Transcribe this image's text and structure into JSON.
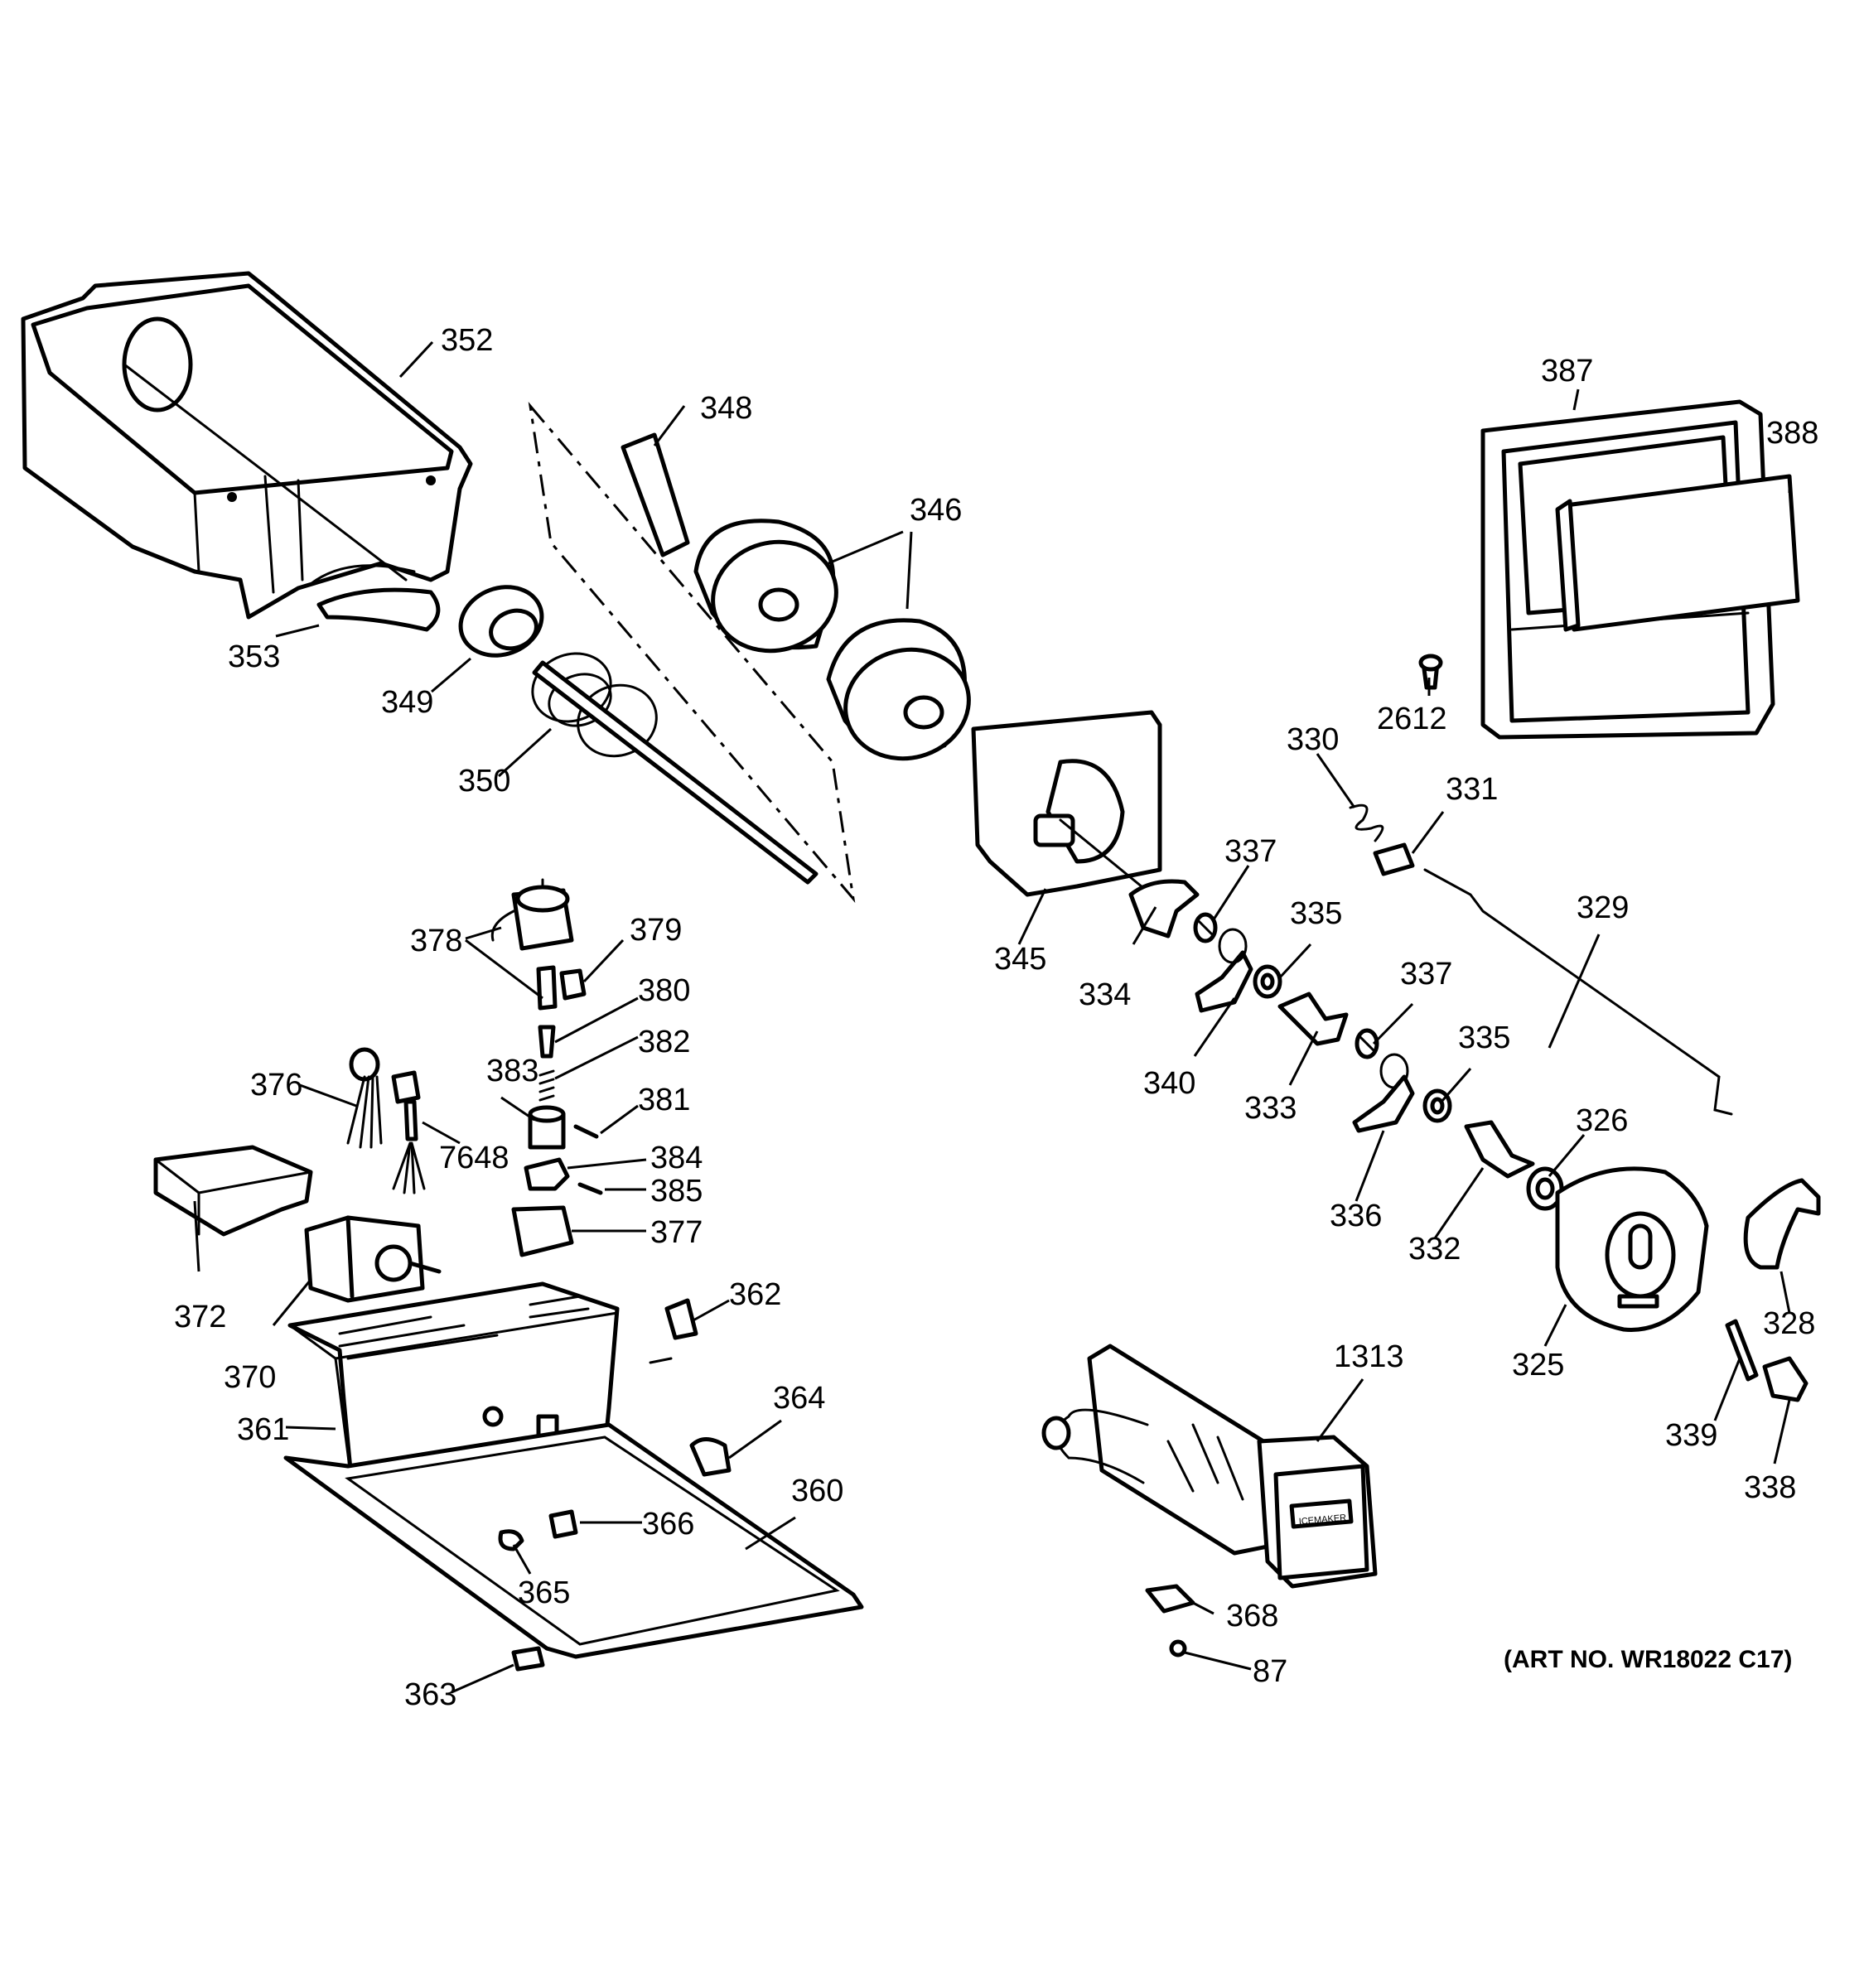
{
  "callouts": [
    {
      "id": "352",
      "text": "352"
    },
    {
      "id": "348",
      "text": "348"
    },
    {
      "id": "346",
      "text": "346"
    },
    {
      "id": "387",
      "text": "387"
    },
    {
      "id": "388",
      "text": "388"
    },
    {
      "id": "353",
      "text": "353"
    },
    {
      "id": "349",
      "text": "349"
    },
    {
      "id": "350",
      "text": "350"
    },
    {
      "id": "2612",
      "text": "2612"
    },
    {
      "id": "330",
      "text": "330"
    },
    {
      "id": "331",
      "text": "331"
    },
    {
      "id": "337a",
      "text": "337"
    },
    {
      "id": "335a",
      "text": "335"
    },
    {
      "id": "329",
      "text": "329"
    },
    {
      "id": "345",
      "text": "345"
    },
    {
      "id": "334",
      "text": "334"
    },
    {
      "id": "378",
      "text": "378"
    },
    {
      "id": "379",
      "text": "379"
    },
    {
      "id": "380",
      "text": "380"
    },
    {
      "id": "382",
      "text": "382"
    },
    {
      "id": "383",
      "text": "383"
    },
    {
      "id": "381",
      "text": "381"
    },
    {
      "id": "376",
      "text": "376"
    },
    {
      "id": "7648",
      "text": "7648"
    },
    {
      "id": "384",
      "text": "384"
    },
    {
      "id": "385",
      "text": "385"
    },
    {
      "id": "377",
      "text": "377"
    },
    {
      "id": "340",
      "text": "340"
    },
    {
      "id": "337b",
      "text": "337"
    },
    {
      "id": "333",
      "text": "333"
    },
    {
      "id": "335b",
      "text": "335"
    },
    {
      "id": "326",
      "text": "326"
    },
    {
      "id": "336",
      "text": "336"
    },
    {
      "id": "332",
      "text": "332"
    },
    {
      "id": "372",
      "text": "372"
    },
    {
      "id": "370",
      "text": "370"
    },
    {
      "id": "362",
      "text": "362"
    },
    {
      "id": "328",
      "text": "328"
    },
    {
      "id": "325",
      "text": "325"
    },
    {
      "id": "1313",
      "text": "1313"
    },
    {
      "id": "364",
      "text": "364"
    },
    {
      "id": "361",
      "text": "361"
    },
    {
      "id": "339",
      "text": "339"
    },
    {
      "id": "360",
      "text": "360"
    },
    {
      "id": "366",
      "text": "366"
    },
    {
      "id": "338",
      "text": "338"
    },
    {
      "id": "365",
      "text": "365"
    },
    {
      "id": "368",
      "text": "368"
    },
    {
      "id": "87",
      "text": "87"
    },
    {
      "id": "363",
      "text": "363"
    }
  ],
  "art_number": "(ART NO. WR18022 C17)",
  "icemaker_label": "ICEMAKER"
}
